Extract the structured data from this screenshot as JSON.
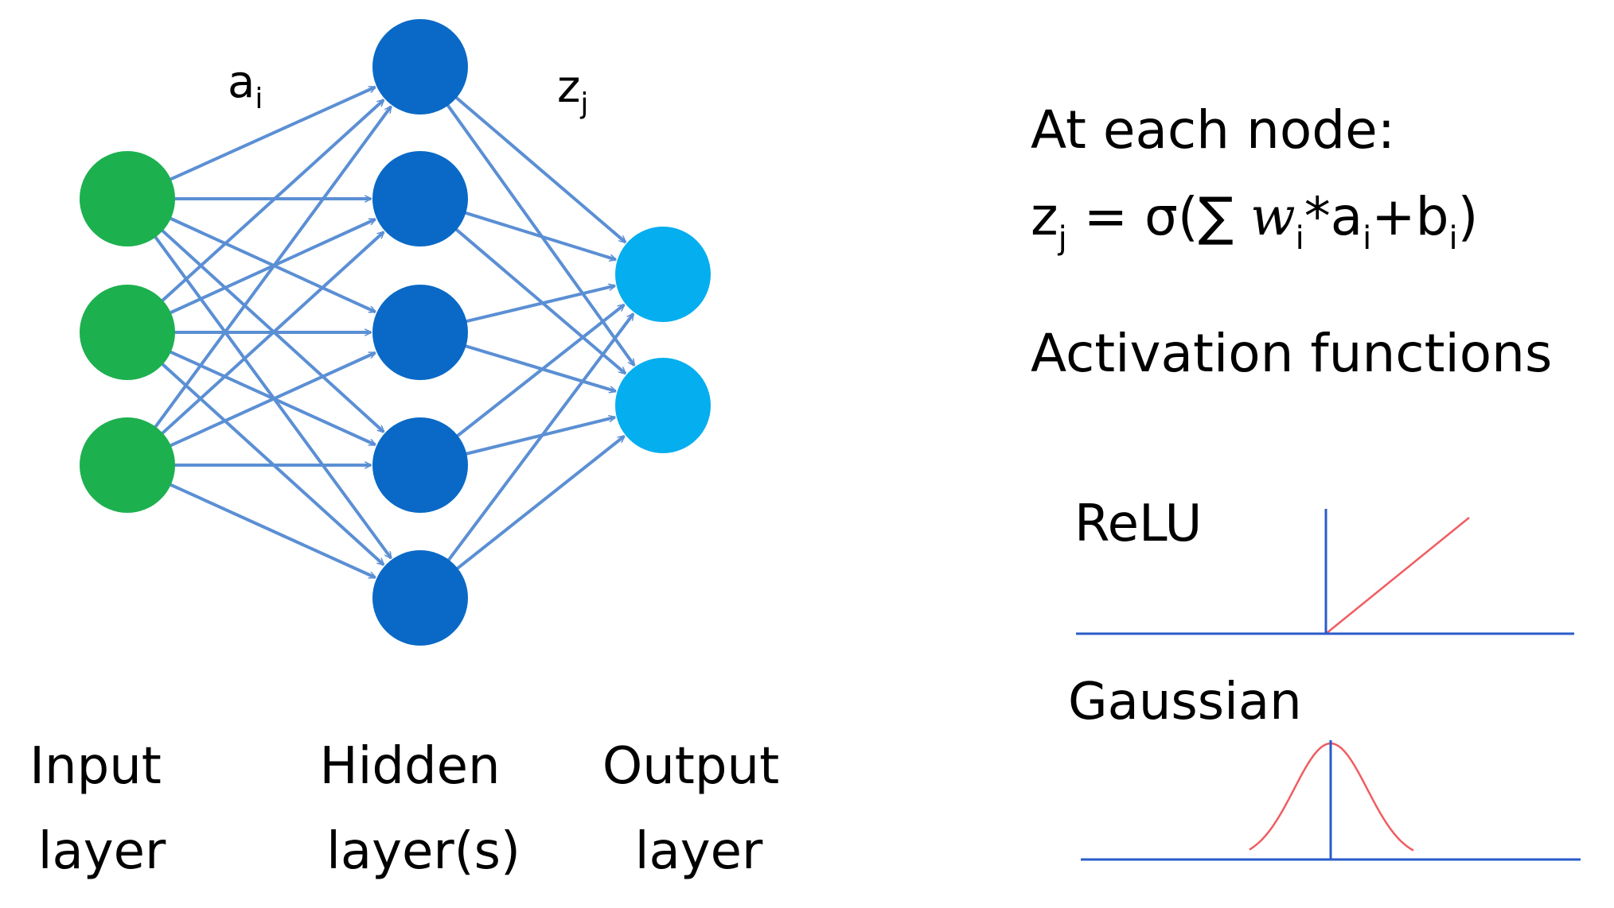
{
  "network": {
    "edge_label_a": "a",
    "edge_label_a_sub": "i",
    "edge_label_z": "z",
    "edge_label_z_sub": "j",
    "layers": [
      {
        "id": "input",
        "line1": "Input",
        "line2": "layer",
        "node_count": 3,
        "color": "#1db04f"
      },
      {
        "id": "hidden",
        "line1": "Hidden",
        "line2": "layer(s)",
        "node_count": 5,
        "color": "#0a69c6"
      },
      {
        "id": "output",
        "line1": "Output",
        "line2": "layer",
        "node_count": 2,
        "color": "#05aeee"
      }
    ],
    "edge_color": "#5b8fd4"
  },
  "formula": {
    "heading": "At each node:",
    "z": "z",
    "z_sub": "j",
    "equals": " = σ(∑ ",
    "w": "w",
    "w_sub": "i",
    "times_a": "*a",
    "a_sub": "i",
    "plus_b": "+b",
    "b_sub": "i",
    "close": ")"
  },
  "activation": {
    "heading": "Activation functions",
    "functions": [
      {
        "id": "relu",
        "label": "ReLU"
      },
      {
        "id": "gaussian",
        "label": "Gaussian"
      }
    ],
    "axis_color": "#2a5cc9",
    "curve_color": "#ef5d62"
  }
}
